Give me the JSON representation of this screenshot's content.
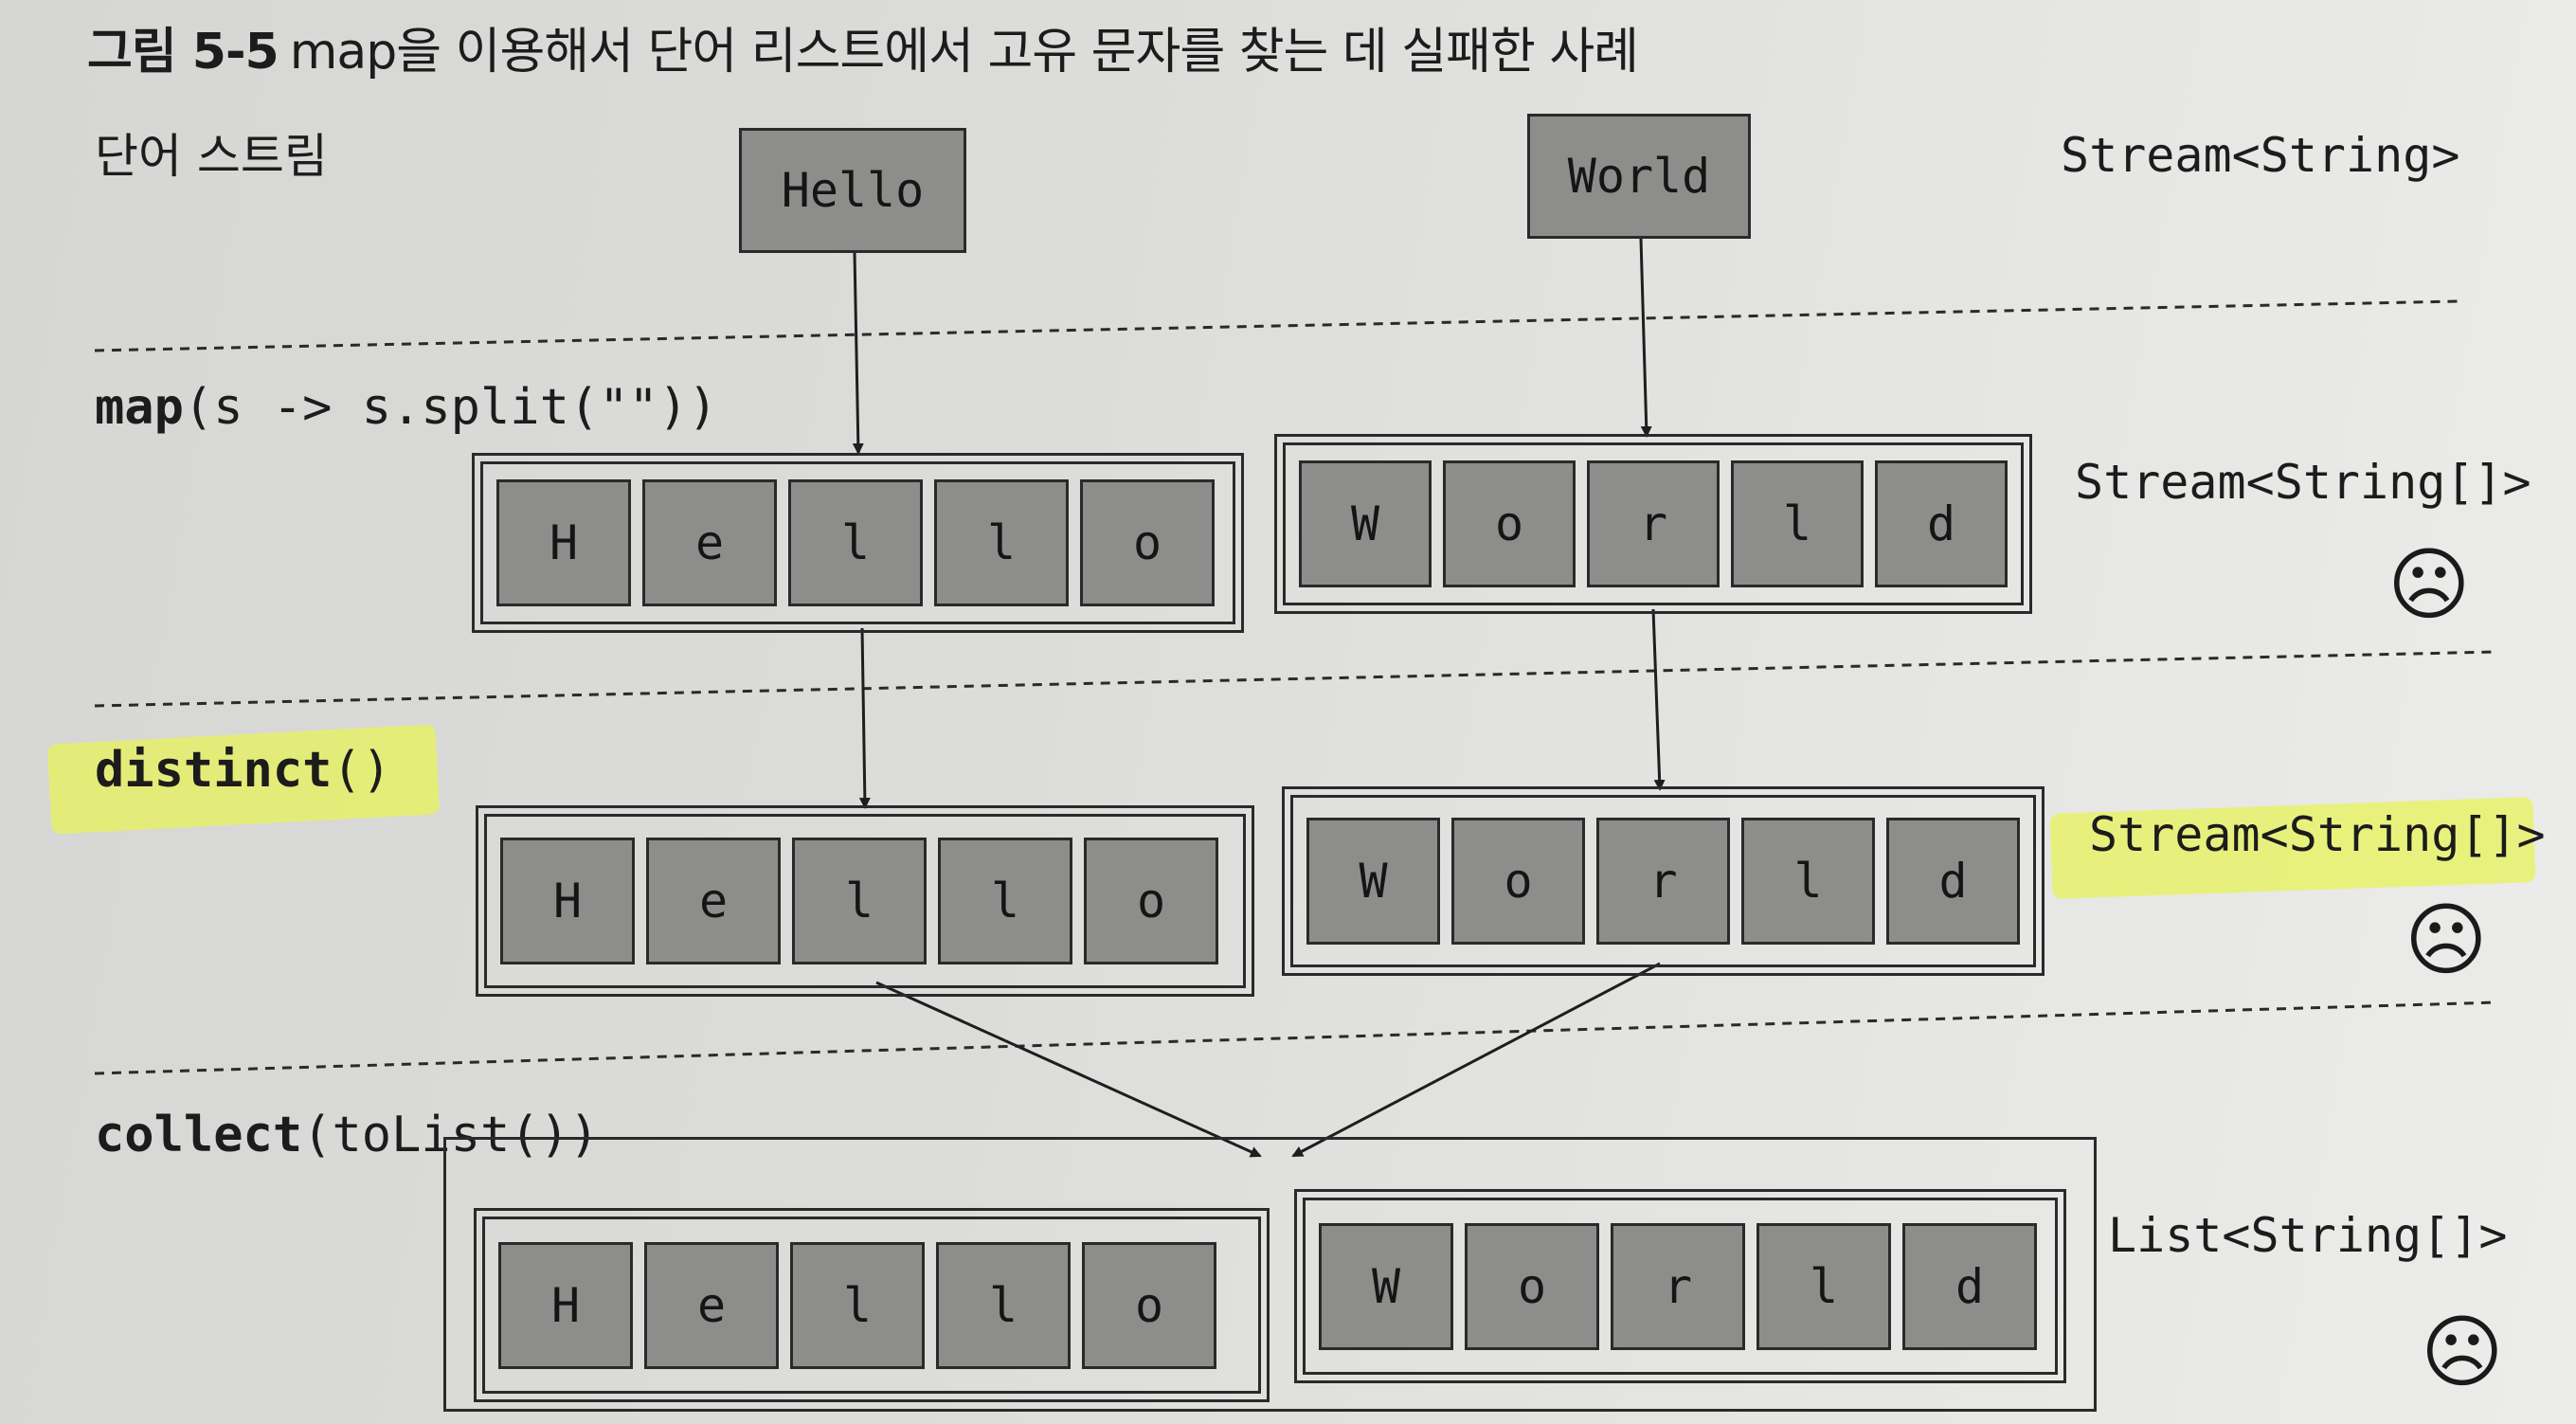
{
  "figure": {
    "number": "그림 5-5",
    "caption": "map을 이용해서 단어 리스트에서 고유 문자를 찾는 데 실패한 사례"
  },
  "words_stream": {
    "label": "단어 스트림",
    "words": [
      "Hello",
      "World"
    ],
    "type": "Stream<String>"
  },
  "steps": [
    {
      "code": "map(s -> s.split(\"\"))",
      "code_keyword": "map",
      "code_rest": "(s -> s.split(\"\"))",
      "type": "Stream<String[]>",
      "arrays": [
        [
          "H",
          "e",
          "l",
          "l",
          "o"
        ],
        [
          "W",
          "o",
          "r",
          "l",
          "d"
        ]
      ],
      "face": "☹"
    },
    {
      "code": "distinct()",
      "code_keyword": "distinct",
      "code_rest": "()",
      "type": "Stream<String[]>",
      "arrays": [
        [
          "H",
          "e",
          "l",
          "l",
          "o"
        ],
        [
          "W",
          "o",
          "r",
          "l",
          "d"
        ]
      ],
      "face": "☹"
    },
    {
      "code": "collect(toList())",
      "code_keyword": "collect",
      "code_rest": "(toList())",
      "type": "List<String[]>",
      "arrays": [
        [
          "H",
          "e",
          "l",
          "l",
          "o"
        ],
        [
          "W",
          "o",
          "r",
          "l",
          "d"
        ]
      ],
      "face": "☹"
    }
  ],
  "colors": {
    "cell_fill": "#8d8d8b",
    "highlight": "#e8f35a",
    "line": "#2a2a2a"
  }
}
